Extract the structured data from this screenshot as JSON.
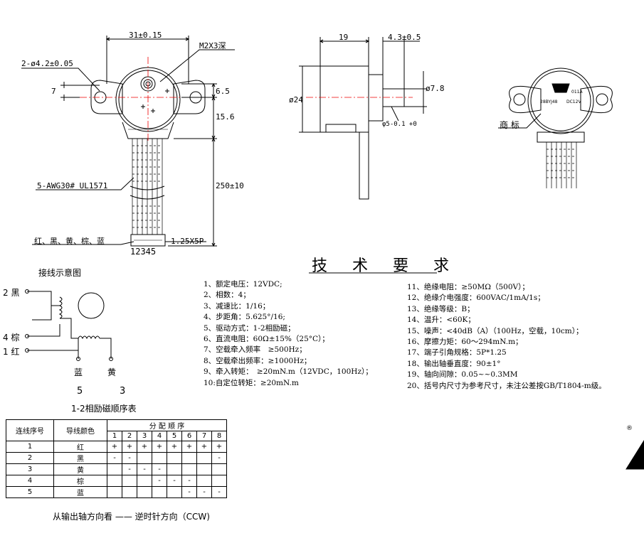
{
  "drawing": {
    "front_view": {
      "dim_width": "31±0.15",
      "dim_thread": "M2X3深",
      "dim_hole": "2-ø4.2±0.05",
      "dim_left": "7",
      "dim_top_offset": "6.5",
      "dim_body": "15.6",
      "dim_lead": "250±10",
      "wire_spec": "5-AWG30# UL1571",
      "wire_colors": "红、黑、黄、棕、蓝",
      "connector": "1.25X5P",
      "pin_numbers": "12345"
    },
    "side_view": {
      "dim_length": "19",
      "dim_shaft": "4.3±0.5",
      "dim_diameter": "ø24",
      "dim_shaft_dia": "ø7.8",
      "dim_tolerance": "φ5-0.1 +0"
    },
    "label_view": {
      "callout": "商 标",
      "label_part": "28BYJ48",
      "label_volt": "DC12V",
      "label_code": "011A"
    }
  },
  "wiring": {
    "title": "接线示意图",
    "wire2": "2 黑",
    "wire4": "4 棕",
    "wire1": "1 红",
    "blue": "蓝",
    "yellow": "黄",
    "num5": "5",
    "num3": "3",
    "caption": "1-2相励磁顺序表"
  },
  "spec_title": "技 术 要 求",
  "specs_left": [
    "1、额定电压：12VDC;",
    "2、相数：4；",
    "3、减速比：1/16；",
    "4、步距角：5.625°/16;",
    "5、驱动方式：1-2相励磁；",
    "6、直流电阻：60Ω±15%（25°C）；",
    "7、空载牵入频率　≥500Hz；",
    "8、空载牵出频率：≥1000Hz；",
    "9、牵入转矩：　≥20mN.m（12VDC，100Hz）；",
    "10:自定位转矩：≥20mN.m"
  ],
  "specs_right": [
    "11、绝缘电阻：≥50MΩ（500V）；",
    "12、绝缘介电强度：600VAC/1mA/1s；",
    "13、绝缘等级：B；",
    "14、温升：<60K；",
    "15、噪声：<40dB（A）（100Hz，空载，10cm）；",
    "16、摩擦力矩：60～294mN.m；",
    "17、端子引角规格：5P*1.25",
    "18、输出轴垂直度：90±1°",
    "19、轴向间隙：0.05~~0.3MM",
    "20、括号内尺寸为参考尺寸，未注公差按GB/T1804-m级。"
  ],
  "sequence_table": {
    "col_seq": "连线序号",
    "col_color": "导线颜色",
    "col_order": "分 配 顺 序",
    "steps": [
      "1",
      "2",
      "3",
      "4",
      "5",
      "6",
      "7",
      "8"
    ],
    "rows": [
      {
        "n": "1",
        "color": "红",
        "cells": [
          "+",
          "+",
          "+",
          "+",
          "+",
          "+",
          "+",
          "+"
        ]
      },
      {
        "n": "2",
        "color": "黑",
        "cells": [
          "-",
          "-",
          "",
          "",
          "",
          "",
          "",
          "-"
        ]
      },
      {
        "n": "3",
        "color": "黄",
        "cells": [
          "",
          "-",
          "-",
          "-",
          "",
          "",
          "",
          ""
        ]
      },
      {
        "n": "4",
        "color": "棕",
        "cells": [
          "",
          "",
          "",
          "-",
          "-",
          "-",
          "",
          ""
        ]
      },
      {
        "n": "5",
        "color": "蓝",
        "cells": [
          "",
          "",
          "",
          "",
          "",
          "-",
          "-",
          "-"
        ]
      }
    ],
    "footer": "从输出轴方向看 —— 逆时针方向（CCW)"
  },
  "corner_mark": "®"
}
